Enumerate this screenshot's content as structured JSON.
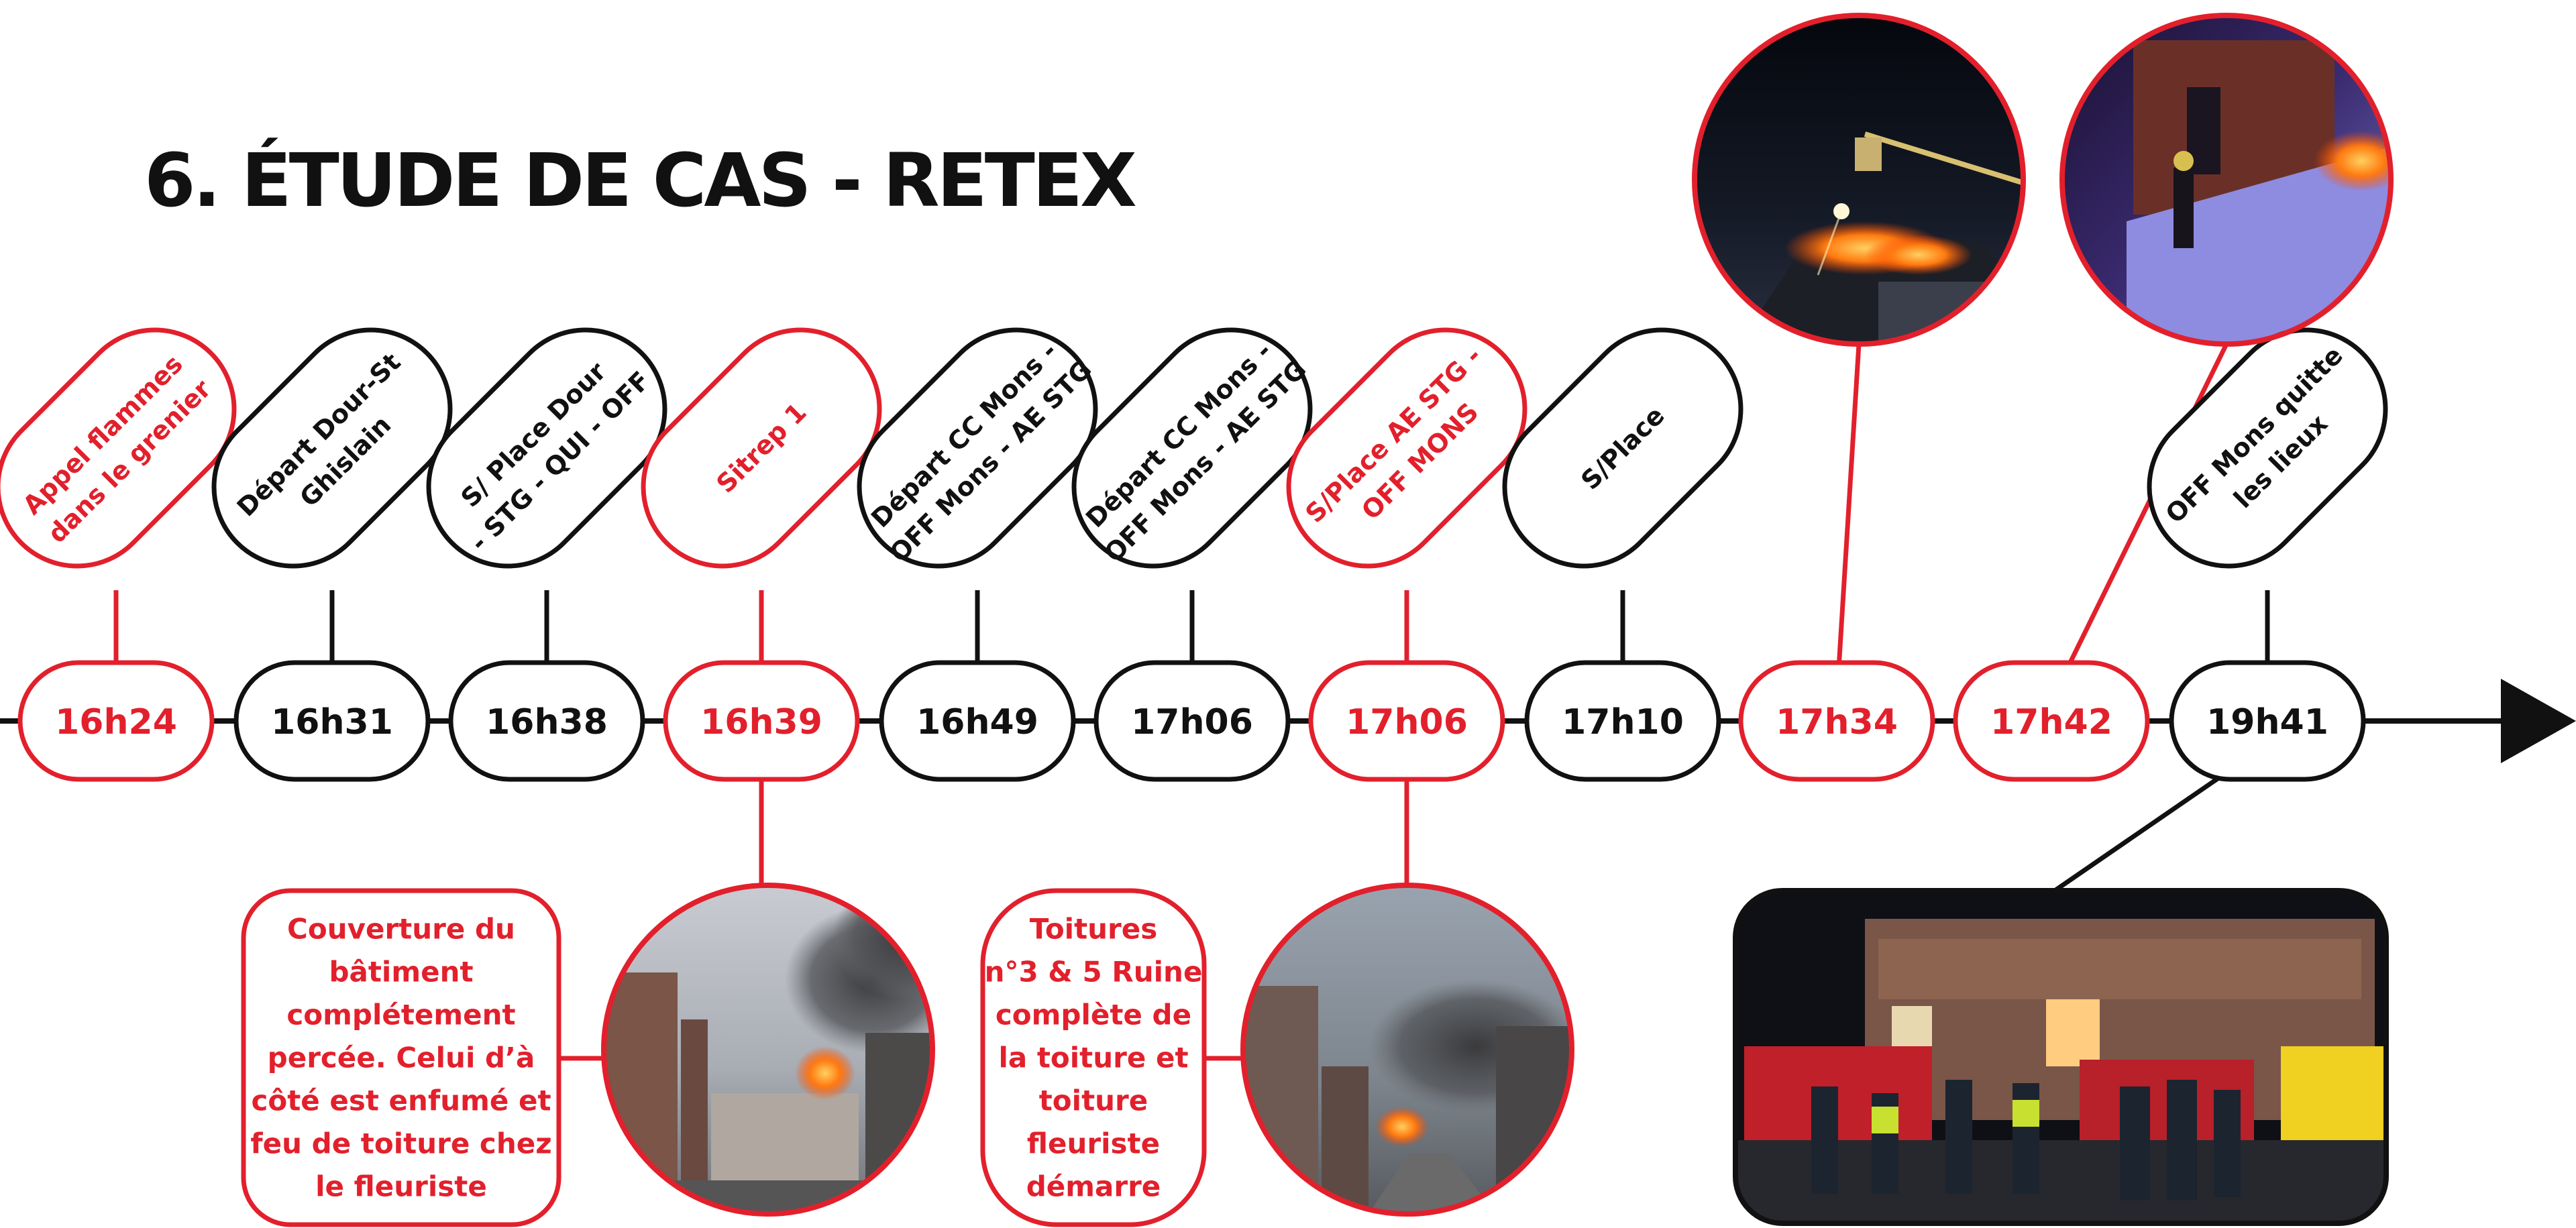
{
  "title": "6. ÉTUDE DE CAS - RETEX",
  "colors": {
    "accent": "#e2202c",
    "ink": "#111111",
    "background": "#ffffff"
  },
  "timeline": [
    {
      "time": "16h24",
      "label": [
        "Appel flammes",
        "dans le grenier"
      ],
      "highlight": true
    },
    {
      "time": "16h31",
      "label": [
        "Départ Dour-St",
        "Ghislain"
      ],
      "highlight": false
    },
    {
      "time": "16h38",
      "label": [
        "S/ Place Dour",
        "- STG - QUI - OFF"
      ],
      "highlight": false
    },
    {
      "time": "16h39",
      "label": [
        "Sitrep 1"
      ],
      "highlight": true
    },
    {
      "time": "16h49",
      "label": [
        "Départ CC Mons -",
        "OFF Mons - AE STG"
      ],
      "highlight": false
    },
    {
      "time": "17h06",
      "label": [
        "Départ CC Mons -",
        "OFF Mons - AE STG"
      ],
      "highlight": false
    },
    {
      "time": "17h06",
      "label": [
        "S/Place AE STG -",
        "OFF MONS"
      ],
      "highlight": true
    },
    {
      "time": "17h10",
      "label": [
        "S/Place"
      ],
      "highlight": false
    },
    {
      "time": "17h34",
      "label": [],
      "highlight": true
    },
    {
      "time": "17h42",
      "label": [],
      "highlight": true
    },
    {
      "time": "19h41",
      "label": [
        "OFF Mons quitte",
        "les lieux"
      ],
      "highlight": false
    }
  ],
  "notes": [
    {
      "lines": [
        "Couverture du",
        "bâtiment",
        "complétement",
        "percée. Celui d’à",
        "côté est enfumé et",
        "feu de toiture chez",
        "le fleuriste"
      ]
    },
    {
      "lines": [
        "Toitures",
        "n°3 & 5 Ruine",
        "complète de",
        "la toiture et",
        "toiture",
        "fleuriste",
        "démarre"
      ]
    }
  ]
}
